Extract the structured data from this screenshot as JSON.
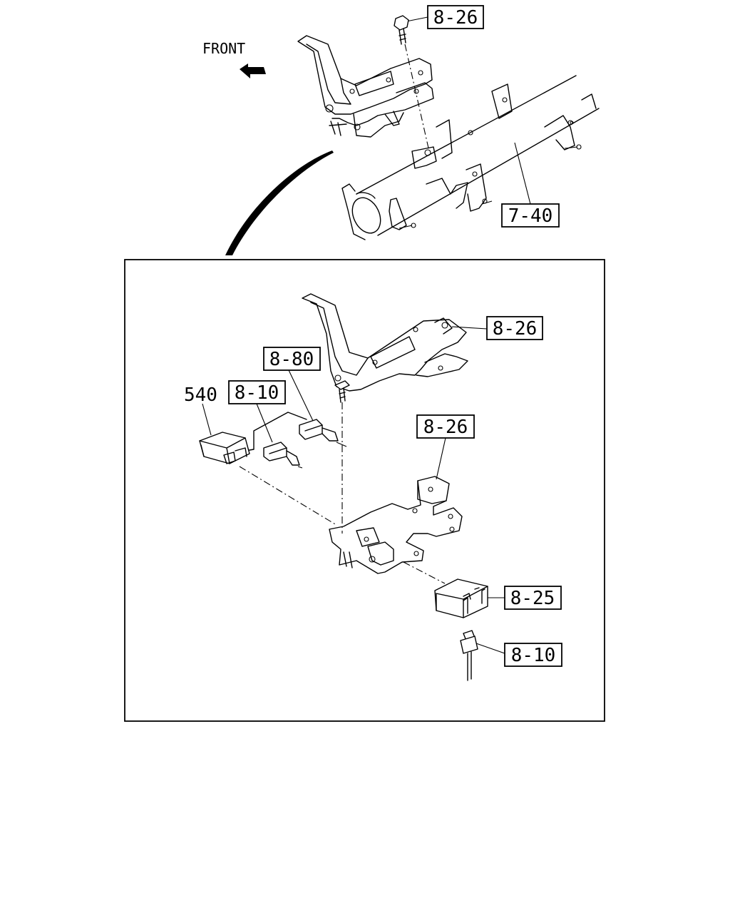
{
  "front_label": "FRONT",
  "callouts": {
    "top_bracket_ref": "8-26",
    "crossmember_ref": "7-40",
    "upper_bracket_ref": "8-26",
    "connector_ref_a": "8-80",
    "connector_ref_b": "8-10",
    "control_unit_part": "540",
    "lower_bracket_ref": "8-26",
    "relay_ref": "8-25",
    "lower_connector_ref": "8-10"
  }
}
